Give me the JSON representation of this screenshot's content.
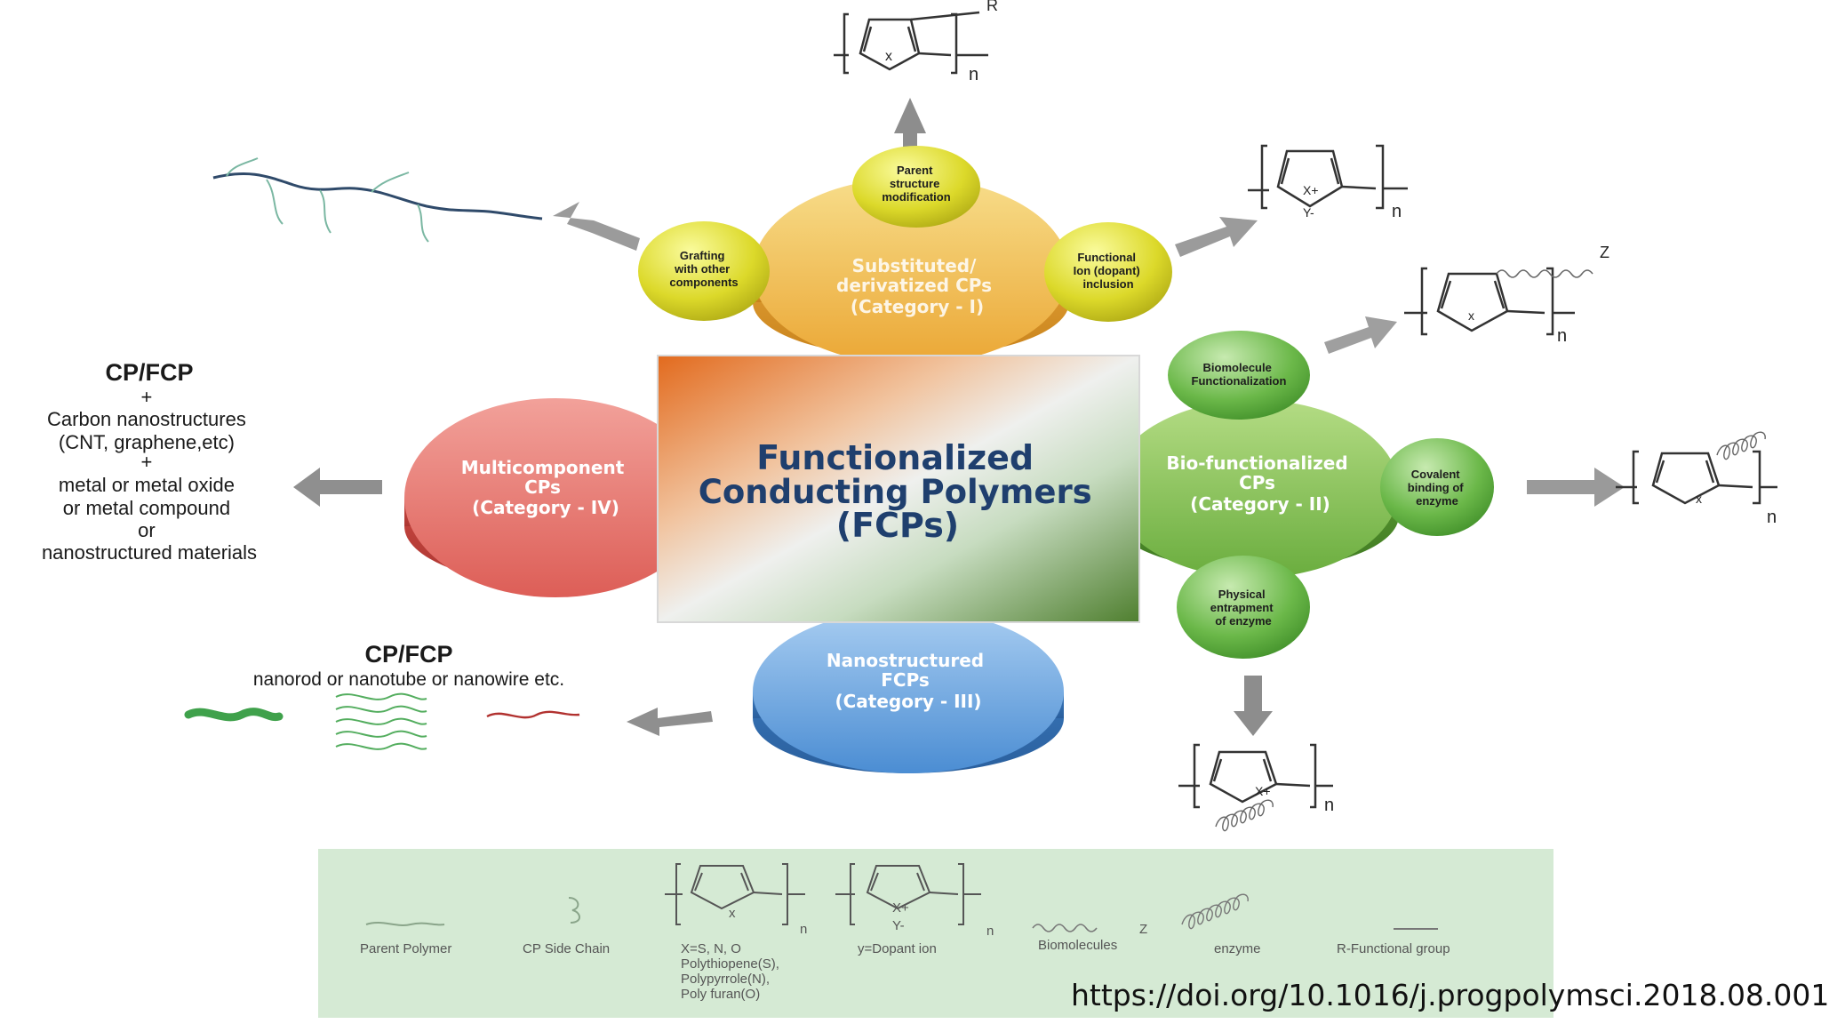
{
  "center": {
    "line1": "Functionalized",
    "line2": "Conducting Polymers",
    "line3": "(FCPs)"
  },
  "categories": {
    "cat1": [
      "Substituted/",
      "derivatized CPs",
      "(Category - I)"
    ],
    "cat2": [
      "Bio-functionalized",
      "CPs",
      "(Category - II)"
    ],
    "cat3": [
      "Nanostructured",
      "FCPs",
      "(Category - III)"
    ],
    "cat4": [
      "Multicomponent",
      "CPs",
      "(Category - IV)"
    ]
  },
  "satellites": {
    "parent": [
      "Parent",
      "structure",
      "modification"
    ],
    "grafting": [
      "Grafting",
      "with other",
      "components"
    ],
    "functional_ion": [
      "Functional",
      "Ion (dopant)",
      "inclusion"
    ],
    "biomolecule": [
      "Biomolecule",
      "Functionalization"
    ],
    "covalent": [
      "Covalent",
      "binding of",
      "enzyme"
    ],
    "physical": [
      "Physical",
      "entrapment",
      "of enzyme"
    ]
  },
  "left_block": {
    "title": "CP/FCP",
    "lines": [
      "+",
      "Carbon nanostructures",
      "(CNT, graphene,etc)",
      "+",
      "metal or metal oxide",
      "or metal compound",
      "or",
      "nanostructured materials"
    ]
  },
  "bottom_left_block": {
    "title": "CP/FCP",
    "subtitle": "nanorod or nanotube or nanowire etc."
  },
  "chem_labels": {
    "x": "x",
    "x_plus": "X+",
    "y_minus": "Y-",
    "n": "n",
    "r": "R",
    "z": "Z"
  },
  "legend": {
    "parent_polymer": "Parent Polymer",
    "side_chain": "CP Side Chain",
    "x_lines": [
      "X=S, N, O",
      "Polythiopene(S),",
      "Polypyrrole(N),",
      "Poly furan(O)"
    ],
    "dopant": "y=Dopant ion",
    "biomolecules": "Biomolecules",
    "enzyme": "enzyme",
    "r_group": "R-Functional group"
  },
  "doi": "https://doi.org/10.1016/j.progpolymsci.2018.08.001",
  "colors": {
    "cat1": "#f3c04a",
    "cat2": "#8cc35a",
    "cat3": "#5f9fde",
    "cat4": "#e0706a",
    "satellite_yellow": "#d8d92a",
    "satellite_green": "#67b545",
    "legend_bg": "#d5ead4"
  }
}
